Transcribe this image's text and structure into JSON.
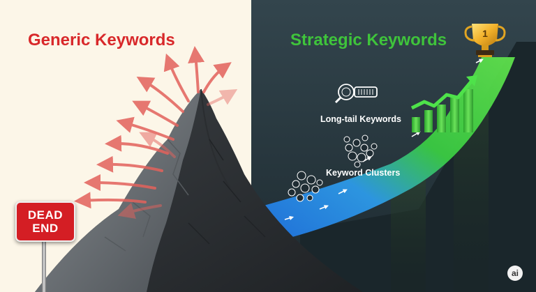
{
  "left_panel": {
    "title": "Generic Keywords",
    "sign_line1": "DEAD",
    "sign_line2": "END"
  },
  "right_panel": {
    "title": "Strategic Keywords",
    "label_longtail": "Long-tail Keywords",
    "label_clusters": "Keyword Clusters",
    "trophy_number": "1"
  },
  "badge": "ai",
  "colors": {
    "left_bg": "#fcf6e8",
    "right_bg": "#27363e",
    "generic_red": "#d8282a",
    "strategic_green": "#3fc43b",
    "sign_red": "#d41e24",
    "path_blue": "#2a8cf0",
    "path_green": "#3acb42"
  },
  "icons": [
    "mountain-icon",
    "red-arrow-icon",
    "magnifier-icon",
    "bubble-cluster-icon",
    "bar-chart-icon",
    "trophy-icon",
    "dead-end-sign-icon"
  ]
}
